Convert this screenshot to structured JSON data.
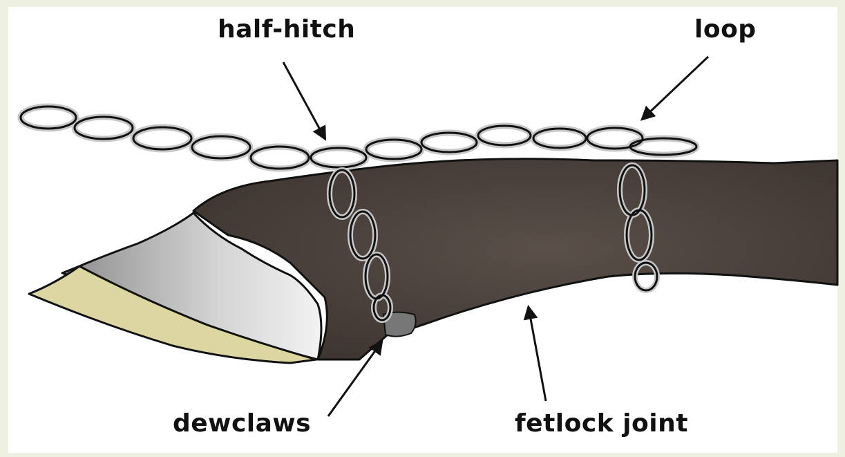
{
  "labels": {
    "half_hitch": "half-hitch",
    "loop": "loop",
    "dewclaws": "dewclaws",
    "fetlock_joint": "fetlock joint"
  },
  "colors": {
    "background": "#eef0e2",
    "leg": "#4a403b",
    "hoof_grey": "#b9b9b9",
    "hoof_sole": "#dcd7a0",
    "chain": "#c8c8c8",
    "outline": "#111111"
  },
  "icons": [
    "chain-illustration",
    "hoof-illustration"
  ]
}
